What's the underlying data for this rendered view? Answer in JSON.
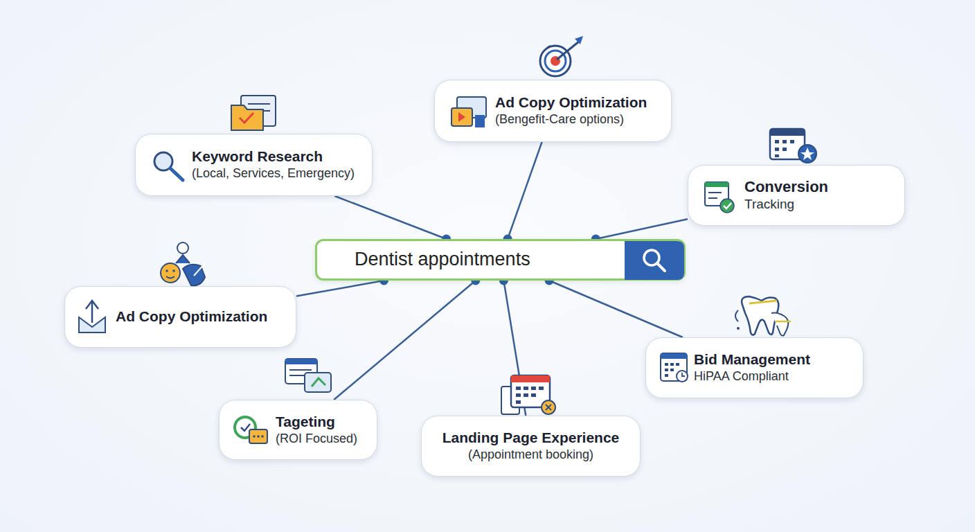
{
  "diagram": {
    "nodes": [
      {
        "text": [
          "Ad Copy Optimization",
          "(Bengefit-Care options)"
        ]
      },
      {
        "text": [
          "Keyword Research",
          "(Local, Services, Emergency)"
        ]
      },
      {
        "text": [
          "Conversion",
          "Tracking"
        ]
      },
      {
        "text": [
          "Dentist appointments"
        ]
      },
      {
        "text": [
          "Ad Copy Optimization"
        ]
      },
      {
        "text": [
          "Bid Management",
          "HiPAA Compliant"
        ]
      },
      {
        "text": [
          "Tageting",
          "(ROI Focused)"
        ]
      },
      {
        "text": [
          "Landing Page Experience",
          "(Appointment booking)"
        ]
      }
    ],
    "edges": [
      {
        "from": 0,
        "to": 3,
        "arrow": "none"
      },
      {
        "from": 1,
        "to": 3,
        "arrow": "none"
      },
      {
        "from": 2,
        "to": 3,
        "arrow": "none"
      },
      {
        "from": 4,
        "to": 3,
        "arrow": "none"
      },
      {
        "from": 5,
        "to": 3,
        "arrow": "none"
      },
      {
        "from": 6,
        "to": 3,
        "arrow": "none"
      },
      {
        "from": 7,
        "to": 3,
        "arrow": "none"
      }
    ]
  }
}
